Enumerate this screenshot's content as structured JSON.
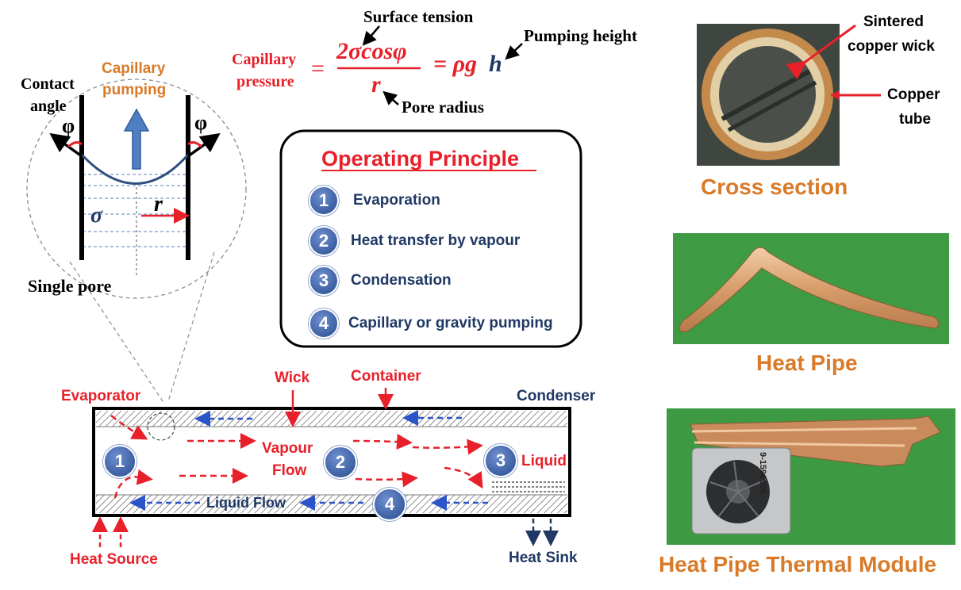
{
  "colors": {
    "red": "#e8202a",
    "blue": "#2a54c8",
    "navy": "#1f3864",
    "orange": "#d97a28",
    "circle": "#3c5fa3"
  },
  "equation": {
    "surface_tension": "Surface tension",
    "pumping_height": "Pumping height",
    "capillary_line1": "Capillary",
    "capillary_line2": "pressure",
    "equals1": "=",
    "numerator": "2σcosφ",
    "denominator": "r",
    "equals2": "= ρg",
    "h": "h",
    "pore_radius": "Pore radius"
  },
  "pore": {
    "contact_angle_1": "Contact",
    "contact_angle_2": "angle",
    "capillary_pumping_1": "Capillary",
    "capillary_pumping_2": "pumping",
    "phi_left": "φ",
    "phi_right": "φ",
    "sigma": "σ",
    "r": "r",
    "caption": "Single pore"
  },
  "principle": {
    "title": "Operating Principle",
    "items": [
      {
        "num": "1",
        "label": "Evaporation"
      },
      {
        "num": "2",
        "label": "Heat transfer by vapour"
      },
      {
        "num": "3",
        "label": "Condensation"
      },
      {
        "num": "4",
        "label": "Capillary or gravity pumping"
      }
    ]
  },
  "pipe": {
    "wick": "Wick",
    "container": "Container",
    "evaporator": "Evaporator",
    "condenser": "Condenser",
    "vapour_1": "Vapour",
    "vapour_2": "Flow",
    "liquid": "Liquid",
    "liquid_flow": "Liquid Flow",
    "heat_source": "Heat Source",
    "heat_sink": "Heat Sink",
    "markers": [
      "1",
      "2",
      "3",
      "4"
    ]
  },
  "photos": {
    "sintered_1": "Sintered",
    "sintered_2": "copper wick",
    "copper_1": "Copper",
    "copper_2": "tube",
    "cross_section": "Cross section",
    "heat_pipe": "Heat Pipe",
    "module": "Heat Pipe Thermal Module",
    "fan_text": "9-1596606"
  }
}
